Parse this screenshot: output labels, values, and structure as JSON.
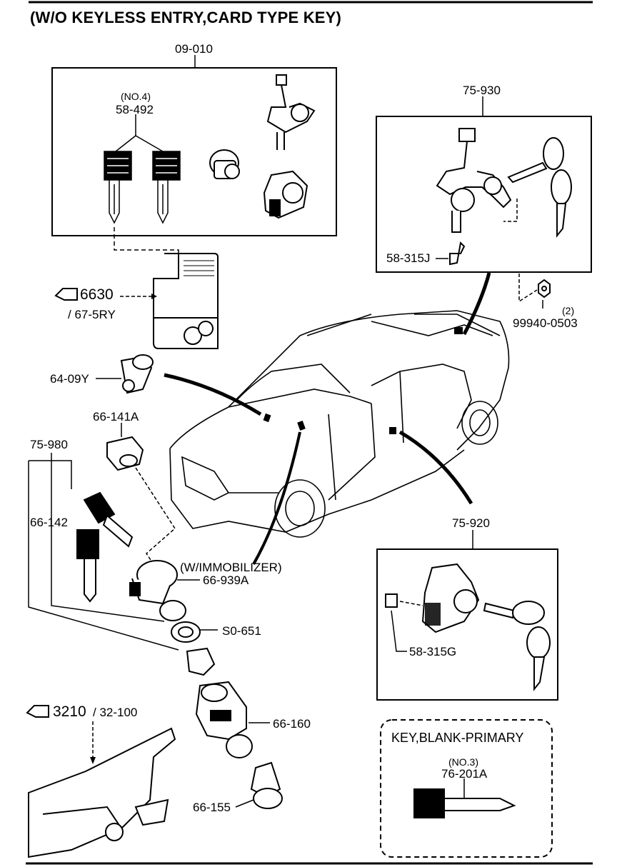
{
  "title": "(W/O KEYLESS ENTRY,CARD TYPE KEY)",
  "parts": {
    "p09_010": "09-010",
    "no4": "(NO.4)",
    "p58_492": "58-492",
    "p75_930": "75-930",
    "p58_315j": "58-315J",
    "qty2": "(2)",
    "p99940": "99940-0503",
    "ref6630": "6630",
    "ref67_5ry": "/ 67-5RY",
    "p64_09y": "64-09Y",
    "p66_141a": "66-141A",
    "p75_980": "75-980",
    "p66_142": "66-142",
    "wimmob": "(W/IMMOBILIZER)",
    "p66_939a": "66-939A",
    "pS0_651": "S0-651",
    "p75_920": "75-920",
    "p58_315g": "58-315G",
    "ref3210": "3210",
    "ref32_100": "/ 32-100",
    "p66_160": "66-160",
    "p66_155": "66-155",
    "key_blank": "KEY,BLANK-PRIMARY",
    "no3": "(NO.3)",
    "p76_201a": "76-201A"
  },
  "icons": [
    "hand-pointer-icon"
  ]
}
